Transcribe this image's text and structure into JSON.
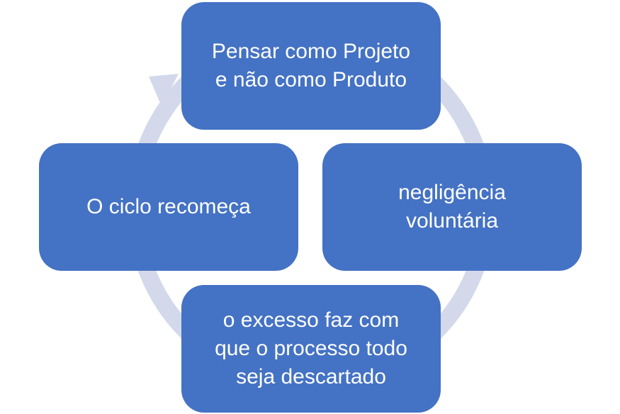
{
  "diagram": {
    "type": "cycle",
    "colors": {
      "node_fill": "#4472c4",
      "node_text": "#ffffff",
      "ring": "#d3d9eb"
    },
    "nodes": [
      {
        "id": "top",
        "label": "Pensar como Projeto\ne não como Produto"
      },
      {
        "id": "right",
        "label": "negligência\nvoluntária"
      },
      {
        "id": "bottom",
        "label": "o excesso faz com\nque o processo todo\nseja descartado"
      },
      {
        "id": "left",
        "label": "O ciclo recomeça"
      }
    ]
  }
}
